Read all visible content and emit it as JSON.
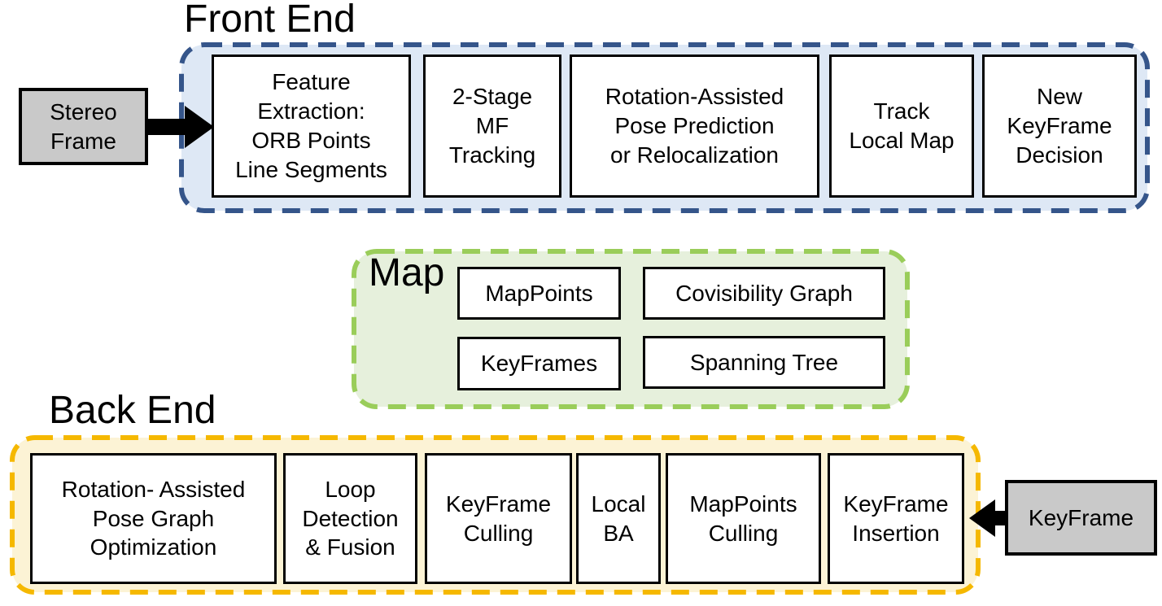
{
  "front_end": {
    "title": "Front End",
    "input_label": "Stereo\nFrame",
    "boxes": [
      "Feature\nExtraction:\nORB Points\nLine Segments",
      "2-Stage\nMF\nTracking",
      "Rotation-Assisted\nPose Prediction\nor Relocalization",
      "Track\nLocal Map",
      "New\nKeyFrame\nDecision"
    ]
  },
  "map": {
    "title": "Map",
    "boxes": [
      "MapPoints",
      "Covisibility Graph",
      "KeyFrames",
      "Spanning Tree"
    ]
  },
  "back_end": {
    "title": "Back End",
    "input_label": "KeyFrame",
    "boxes": [
      "Rotation- Assisted\nPose Graph\nOptimization",
      "Loop\nDetection\n& Fusion",
      "KeyFrame\nCulling",
      "Local\nBA",
      "MapPoints\nCulling",
      "KeyFrame\nInsertion"
    ]
  },
  "colors": {
    "background": "#FFFFFF",
    "text": "#000000",
    "box_border": "#000000",
    "arrow": "#000000",
    "io_fill": "#C9C9C9",
    "front_end_border": "#35558A",
    "front_end_fill": "#DEE8F5",
    "map_border": "#9ACD5A",
    "map_fill": "#E6F0DC",
    "back_end_border": "#F5B800",
    "back_end_fill": "#FCF3D5"
  }
}
